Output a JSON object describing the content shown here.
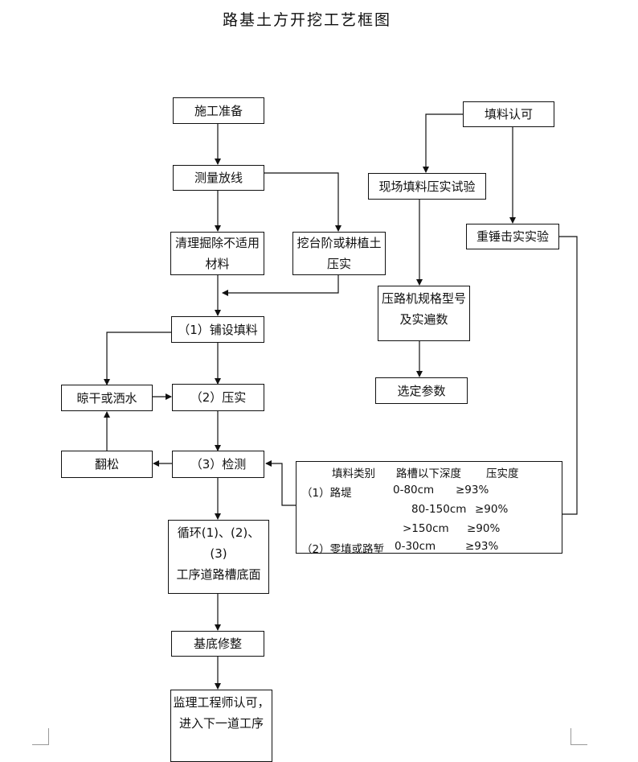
{
  "title": "路基土方开挖工艺框图",
  "nodes": {
    "prep": "施工准备",
    "survey": "测量放线",
    "clear": "清理掘除不适用\n材料",
    "bench": "挖台阶或耕植土\n压实",
    "spread": "（1）铺设填料",
    "dry": "晾干或洒水",
    "compact": "（2）压实",
    "loosen": "翻松",
    "detect": "（3）检测",
    "cycle": "循环(1)、(2)、(3)\n工序道路槽底面",
    "trim": "基底修整",
    "approve": "监理工程师认可，\n进入下一道工序",
    "fill_ok": "填料认可",
    "site_test": "现场填料压实试验",
    "heavy": "重锤击实实验",
    "roller": "压路机规格型号\n及实遍数",
    "params": "选定参数"
  },
  "table": {
    "headers": [
      "填料类别",
      "路槽以下深度",
      "压实度"
    ],
    "rows": [
      [
        "（1）路堤",
        "0-80cm",
        "≥93%"
      ],
      [
        "",
        "80-150cm",
        "≥90%"
      ],
      [
        "",
        ">150cm",
        "≥90%"
      ],
      [
        "（2）零填或路堑",
        "0-30cm",
        "≥93%"
      ]
    ]
  }
}
